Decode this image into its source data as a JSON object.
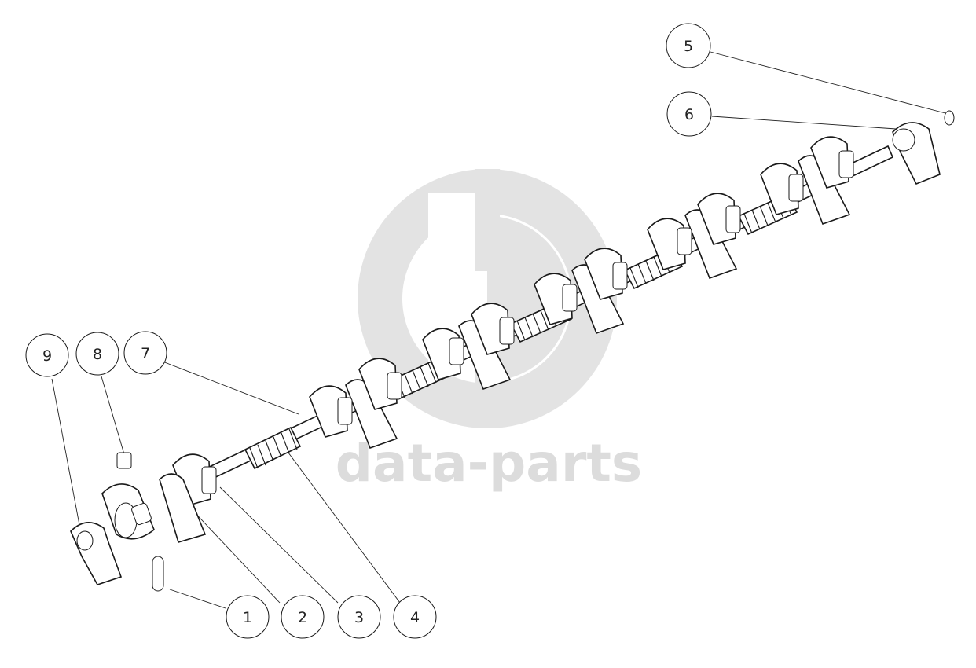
{
  "watermark": {
    "logo_name": "data-parts-logo",
    "text": "data-parts",
    "color": "#dcdcdc"
  },
  "callouts": [
    {
      "id": "c1",
      "label": "1"
    },
    {
      "id": "c2",
      "label": "2"
    },
    {
      "id": "c3",
      "label": "3"
    },
    {
      "id": "c4",
      "label": "4"
    },
    {
      "id": "c5",
      "label": "5"
    },
    {
      "id": "c6",
      "label": "6"
    },
    {
      "id": "c7",
      "label": "7"
    },
    {
      "id": "c8",
      "label": "8"
    },
    {
      "id": "c9",
      "label": "9"
    }
  ]
}
